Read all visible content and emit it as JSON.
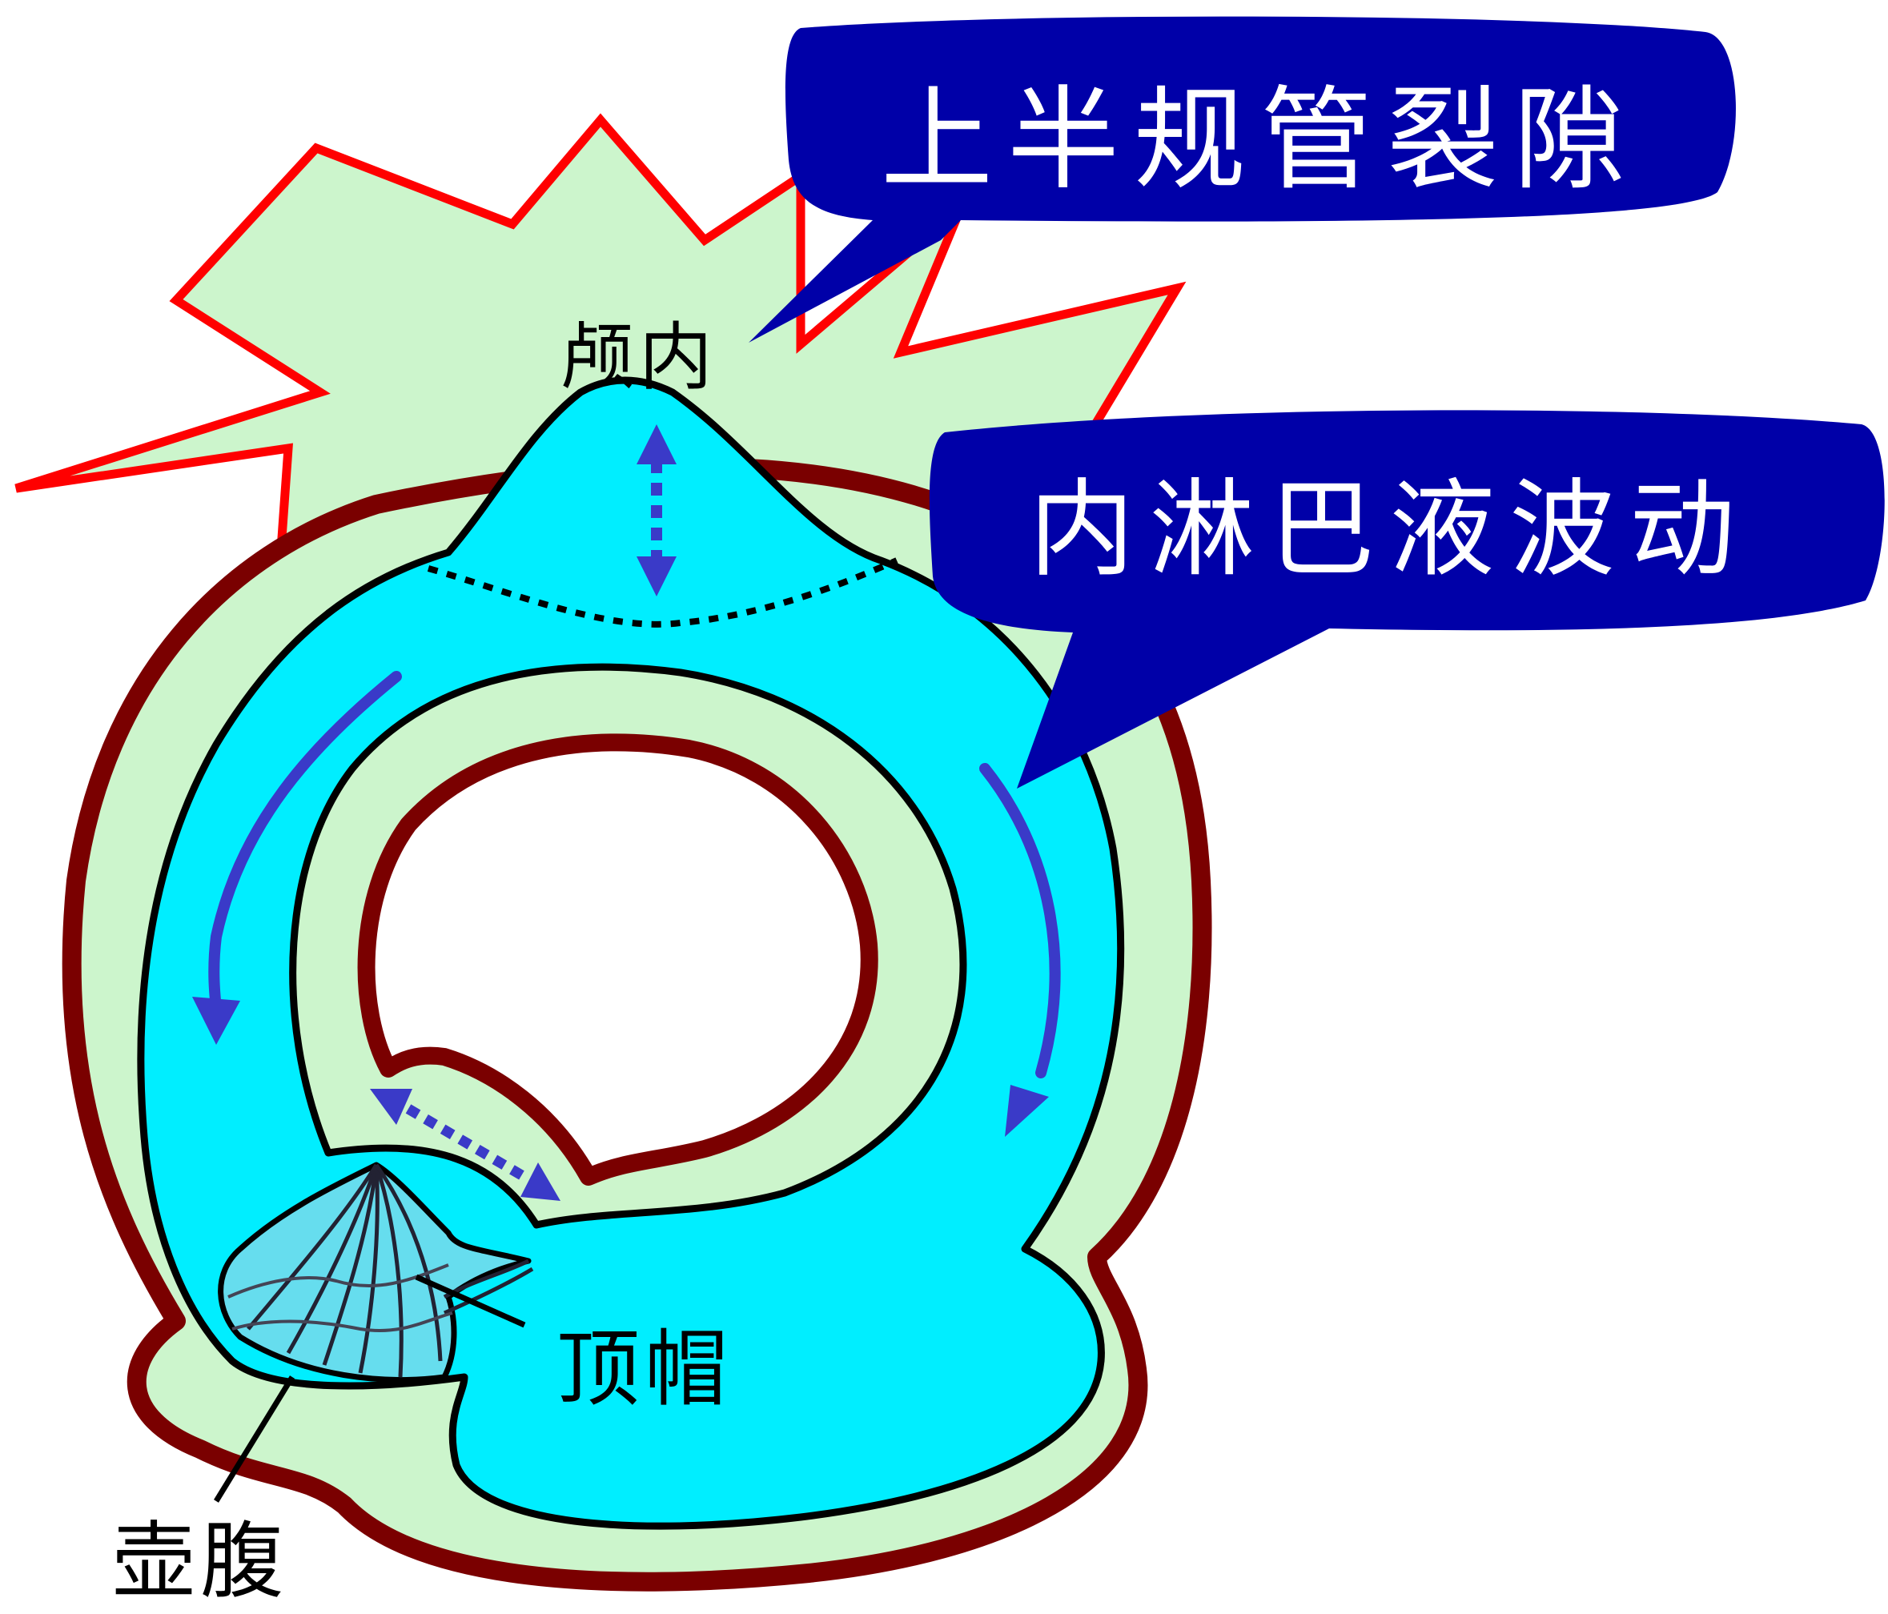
{
  "callouts": {
    "dehiscence": "上半规管裂隙",
    "endolymph_wave": "内淋巴液波动"
  },
  "labels": {
    "intracranial": "颅内",
    "cupula": "顶帽",
    "ampulla": "壶腹"
  },
  "colors": {
    "bone_green": "#ccf5cc",
    "burst_outline": "#ff0000",
    "dark_red_outline": "#7a0000",
    "endolymph_cyan": "#00eeff",
    "cupula_fill": "#66ddee",
    "arrow_blue": "#3a3ac8",
    "callout_navy": "#0000a8"
  }
}
